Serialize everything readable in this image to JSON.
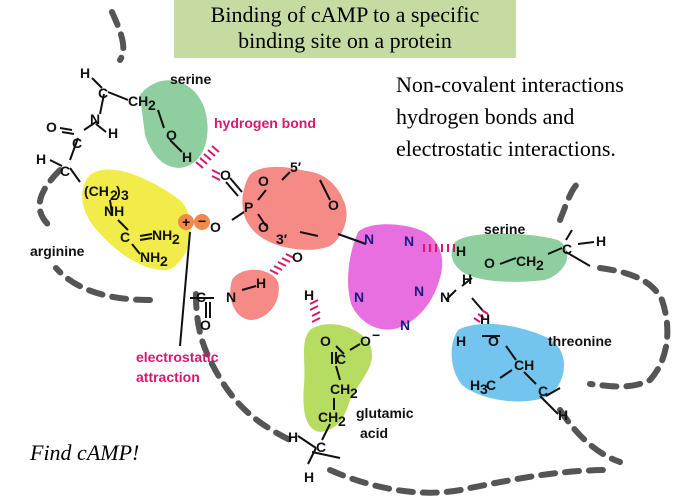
{
  "title": {
    "line1": "Binding of cAMP to a specific",
    "line2": "binding site on a protein"
  },
  "note": {
    "line1": "Non-covalent interactions",
    "line2": "hydrogen bonds and",
    "line3": "electrostatic interactions."
  },
  "prompt": "Find cAMP!",
  "labels": {
    "serine_top": "serine",
    "hydrogen_bond": "hydrogen bond",
    "arginine": "arginine",
    "electrostatic": "electrostatic",
    "attraction": "attraction",
    "serine_right": "serine",
    "threonine": "threonine",
    "glutamic": "glutamic",
    "acid": "acid",
    "ring_5": "5′",
    "ring_3": "3′"
  },
  "colors": {
    "title_bg": "#c6dba2",
    "serine": "#8fce9f",
    "arginine": "#f2ec4a",
    "cAMP": "#f58a87",
    "adenine": "#e86fe0",
    "glutamic": "#b7dc62",
    "threonine": "#73c4ef",
    "backbone": "#555555",
    "annotation": "#d6196b"
  }
}
